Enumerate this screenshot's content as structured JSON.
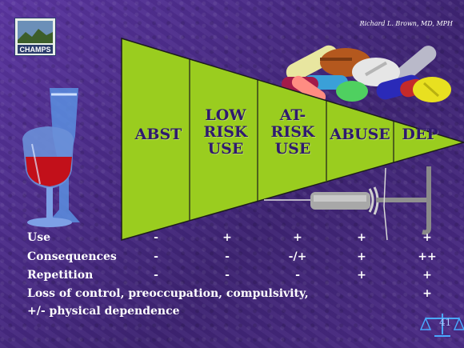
{
  "credit": "Richard L. Brown, MD, MPH",
  "logo_text": "CHAMPS",
  "stages": [
    {
      "label_lines": [
        "ABST"
      ]
    },
    {
      "label_lines": [
        "LOW",
        "RISK",
        "USE"
      ]
    },
    {
      "label_lines": [
        "AT-",
        "RISK",
        "USE"
      ]
    },
    {
      "label_lines": [
        "ABUSE"
      ]
    },
    {
      "label_lines": [
        "DEP"
      ]
    }
  ],
  "rows": [
    {
      "label": "Use",
      "values": [
        "-",
        "+",
        "+",
        "+",
        "+"
      ]
    },
    {
      "label": "Consequences",
      "values": [
        "-",
        "-",
        "-/+",
        "+",
        "++"
      ]
    },
    {
      "label": "Repetition",
      "values": [
        "-",
        "-",
        "-",
        "+",
        "+"
      ]
    },
    {
      "label": "Loss of control, preoccupation, compulsivity,",
      "values": [
        "",
        "",
        "",
        "",
        "+"
      ]
    }
  ],
  "extra_line": "+/- physical dependence",
  "page_number": "41",
  "colors": {
    "cone": "#9acd1f",
    "text_dark": "#2f1a6e",
    "background": "#4b2b86"
  }
}
